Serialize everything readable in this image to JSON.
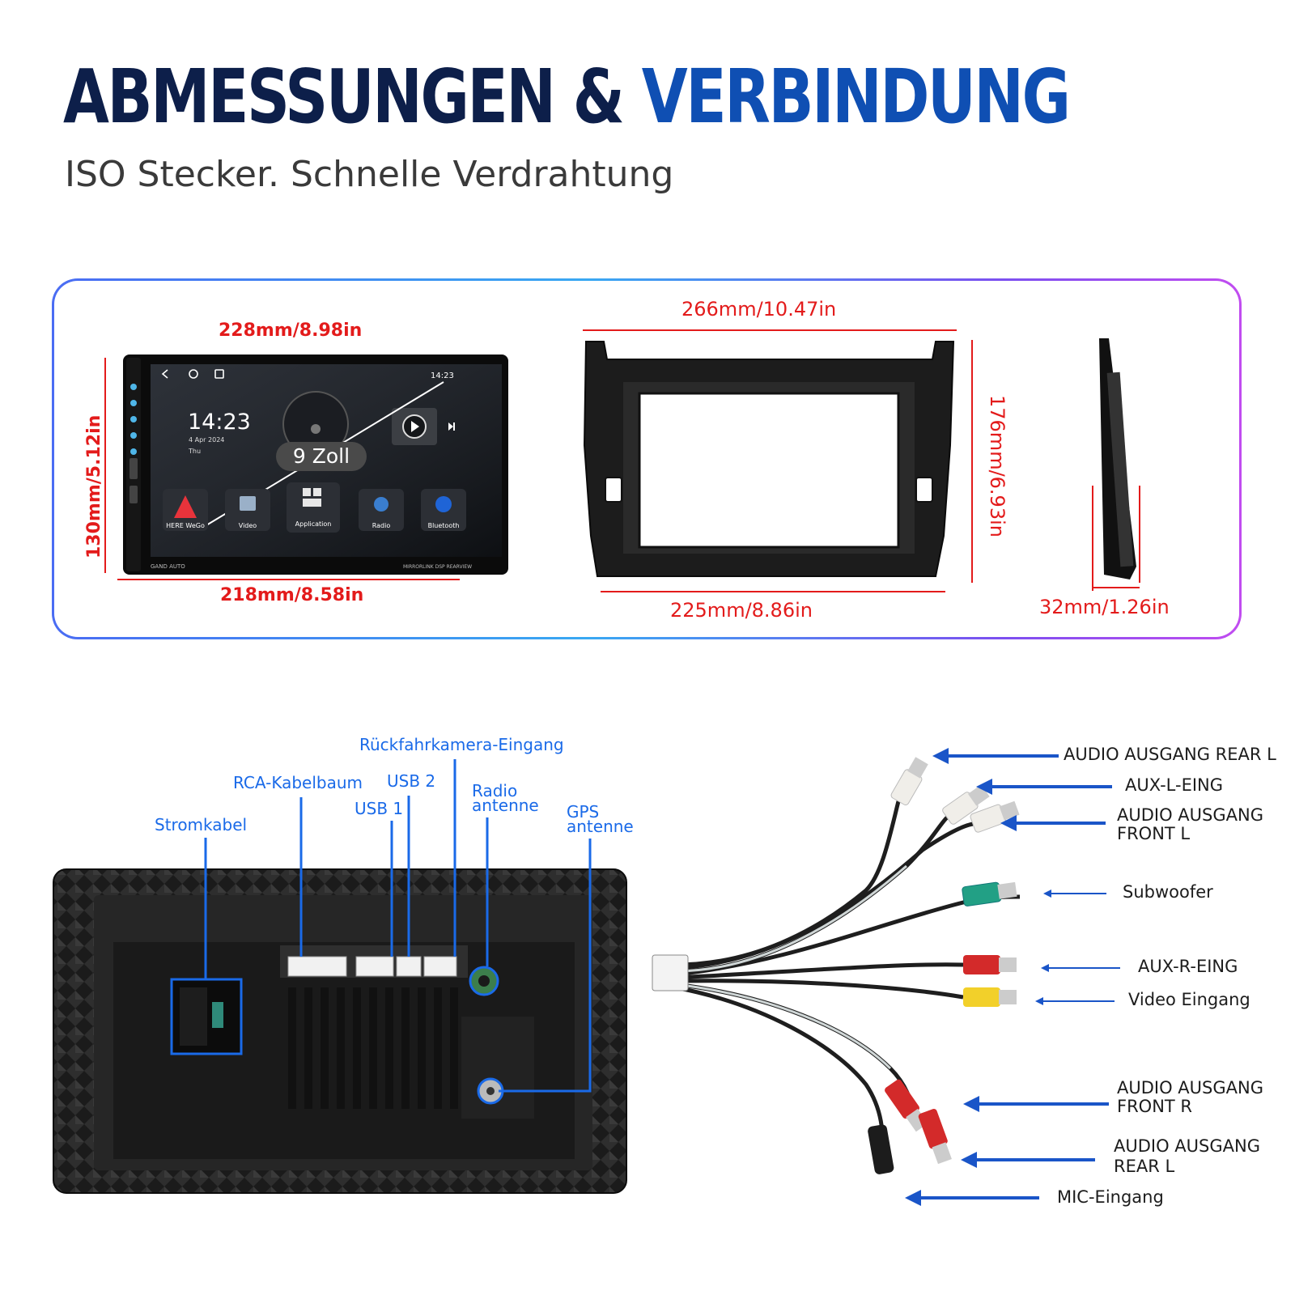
{
  "header": {
    "title_part1": "ABMESSUNGEN &",
    "title_part2": "VERBINDUNG",
    "subtitle": "ISO Stecker. Schnelle Verdrahtung"
  },
  "dimensions": {
    "head_unit_top": "228mm/8.98in",
    "head_unit_height": "130mm/5.12in",
    "head_unit_bottom": "218mm/8.58in",
    "frame_top": "266mm/10.47in",
    "frame_height": "176mm/6.93in",
    "frame_bottom": "225mm/8.86in",
    "depth": "32mm/1.26in"
  },
  "screen": {
    "time": "14:23",
    "date": "4 Apr 2024",
    "day": "Thu",
    "status_time": "14:23",
    "badge": "9 Zoll",
    "apps": [
      "HERE WeGo",
      "Video",
      "Application",
      "Radio",
      "Bluetooth"
    ],
    "brand": "GAND AUTO",
    "footer": "MIRRORLINK  DSP  REARVIEW"
  },
  "rear_labels": {
    "camera": "Rückfahrkamera-Eingang",
    "rca": "RCA-Kabelbaum",
    "usb2": "USB 2",
    "usb1": "USB 1",
    "radio_line1": "Radio",
    "radio_line2": "antenne",
    "gps_line1": "GPS",
    "gps_line2": "antenne",
    "power": "Stromkabel"
  },
  "harness_labels": {
    "audio_rear_l_top": "AUDIO AUSGANG REAR L",
    "aux_l": "AUX-L-EING",
    "audio_front_l_1": "AUDIO AUSGANG",
    "audio_front_l_2": "FRONT L",
    "subwoofer": "Subwoofer",
    "aux_r": "AUX-R-EING",
    "video": "Video Eingang",
    "audio_front_r_1": "AUDIO AUSGANG",
    "audio_front_r_2": "FRONT R",
    "audio_rear_l_1": "AUDIO AUSGANG",
    "audio_rear_l_2": "REAR L",
    "mic": "MIC-Eingang"
  },
  "colors": {
    "title_dark": "#0d1f4a",
    "title_blue": "#0f4fb3",
    "dimension_red": "#e31b1b",
    "label_blue": "#1a6ae8",
    "arrow_blue": "#1a55c8"
  }
}
